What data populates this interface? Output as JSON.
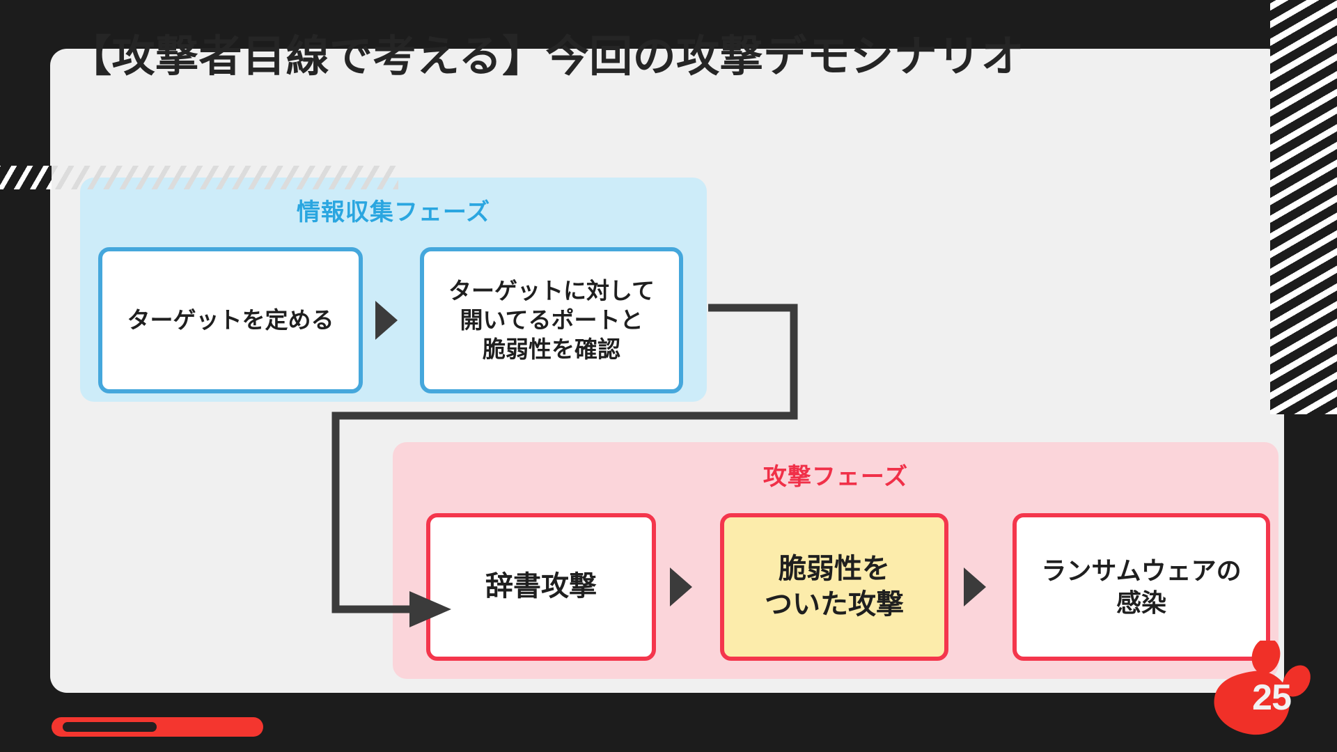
{
  "slide": {
    "title": "【攻撃者目線で考える】今回の攻撃デモシナリオ",
    "page_number": "25"
  },
  "colors": {
    "background": "#1c1c1c",
    "card": "#f0f0f0",
    "info_phase_bg": "#cdecf9",
    "info_phase_accent": "#2aa6e0",
    "info_box_border": "#45a7dc",
    "attack_phase_bg": "#fbd5da",
    "attack_phase_accent": "#f03048",
    "attack_box_border": "#f4364c",
    "highlight_box_bg": "#fcecab",
    "connector": "#3b3b3b",
    "progress": "#f4362f"
  },
  "phases": [
    {
      "id": "info",
      "label": "情報収集フェーズ",
      "steps": [
        {
          "id": "target",
          "text": "ターゲットを定める"
        },
        {
          "id": "scan",
          "text": "ターゲットに対して\n開いてるポートと\n脆弱性を確認"
        }
      ]
    },
    {
      "id": "attack",
      "label": "攻撃フェーズ",
      "steps": [
        {
          "id": "dictionary",
          "text": "辞書攻撃"
        },
        {
          "id": "vulnerability",
          "text": "脆弱性を\nついた攻撃",
          "highlighted": true
        },
        {
          "id": "ransomware",
          "text": "ランサムウェアの\n感染"
        }
      ]
    }
  ]
}
